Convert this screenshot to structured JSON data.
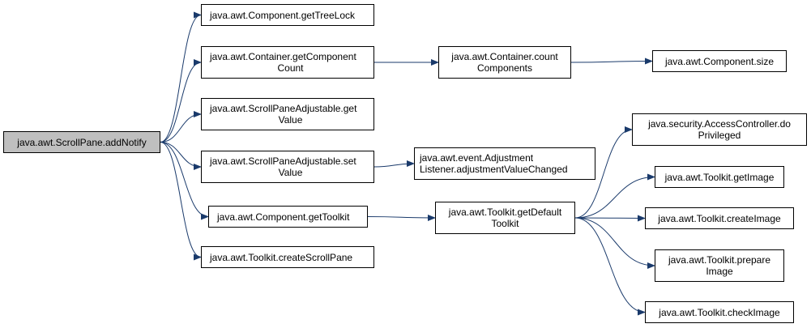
{
  "nodes": {
    "root": "java.awt.ScrollPane.addNotify",
    "get_tree_lock": "java.awt.Component.getTreeLock",
    "get_component_count": [
      "java.awt.Container.getComponent",
      "Count"
    ],
    "spa_get_value": [
      "java.awt.ScrollPaneAdjustable.get",
      "Value"
    ],
    "spa_set_value": [
      "java.awt.ScrollPaneAdjustable.set",
      "Value"
    ],
    "get_toolkit": "java.awt.Component.getToolkit",
    "create_scroll_pane": "java.awt.Toolkit.createScrollPane",
    "count_components": [
      "java.awt.Container.count",
      "Components"
    ],
    "adjustment_value_changed": [
      "java.awt.event.Adjustment",
      "Listener.adjustmentValueChanged"
    ],
    "get_default_toolkit": [
      "java.awt.Toolkit.getDefault",
      "Toolkit"
    ],
    "component_size": "java.awt.Component.size",
    "do_privileged": [
      "java.security.AccessController.do",
      "Privileged"
    ],
    "get_image": "java.awt.Toolkit.getImage",
    "create_image": "java.awt.Toolkit.createImage",
    "prepare_image": [
      "java.awt.Toolkit.prepare",
      "Image"
    ],
    "check_image": "java.awt.Toolkit.checkImage"
  },
  "edges": [
    [
      "root",
      "get_tree_lock"
    ],
    [
      "root",
      "get_component_count"
    ],
    [
      "root",
      "spa_get_value"
    ],
    [
      "root",
      "spa_set_value"
    ],
    [
      "root",
      "get_toolkit"
    ],
    [
      "root",
      "create_scroll_pane"
    ],
    [
      "get_component_count",
      "count_components"
    ],
    [
      "count_components",
      "component_size"
    ],
    [
      "spa_set_value",
      "adjustment_value_changed"
    ],
    [
      "get_toolkit",
      "get_default_toolkit"
    ],
    [
      "get_default_toolkit",
      "do_privileged"
    ],
    [
      "get_default_toolkit",
      "get_image"
    ],
    [
      "get_default_toolkit",
      "create_image"
    ],
    [
      "get_default_toolkit",
      "prepare_image"
    ],
    [
      "get_default_toolkit",
      "check_image"
    ]
  ],
  "colors": {
    "root_fill": "#bfbfbf",
    "node_fill": "#ffffff",
    "edge": "#1a3a6b",
    "border": "#000000"
  }
}
